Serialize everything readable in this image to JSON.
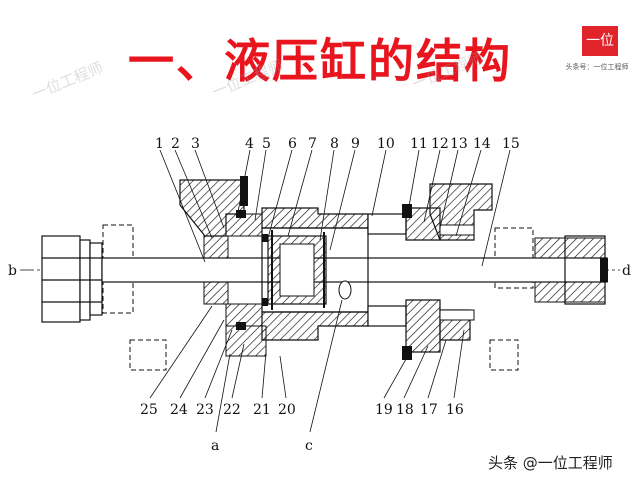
{
  "title": "一、液压缸的结构",
  "logo": {
    "text": "一位",
    "caption": "头条号：一位工程师",
    "color": "#e1242a"
  },
  "watermark": "一位工程师",
  "footer": "头条 @一位工程师",
  "title_color": "#e8141e",
  "diagram": {
    "top_labels": [
      "1",
      "2",
      "3",
      "4",
      "5",
      "6",
      "7",
      "8",
      "9",
      "10",
      "11",
      "12",
      "13",
      "14",
      "15"
    ],
    "bottom_labels": [
      "25",
      "24",
      "23",
      "22",
      "21",
      "20",
      "19",
      "18",
      "17",
      "16"
    ],
    "port_labels": [
      "a",
      "c"
    ],
    "end_labels": [
      "b",
      "d"
    ]
  }
}
